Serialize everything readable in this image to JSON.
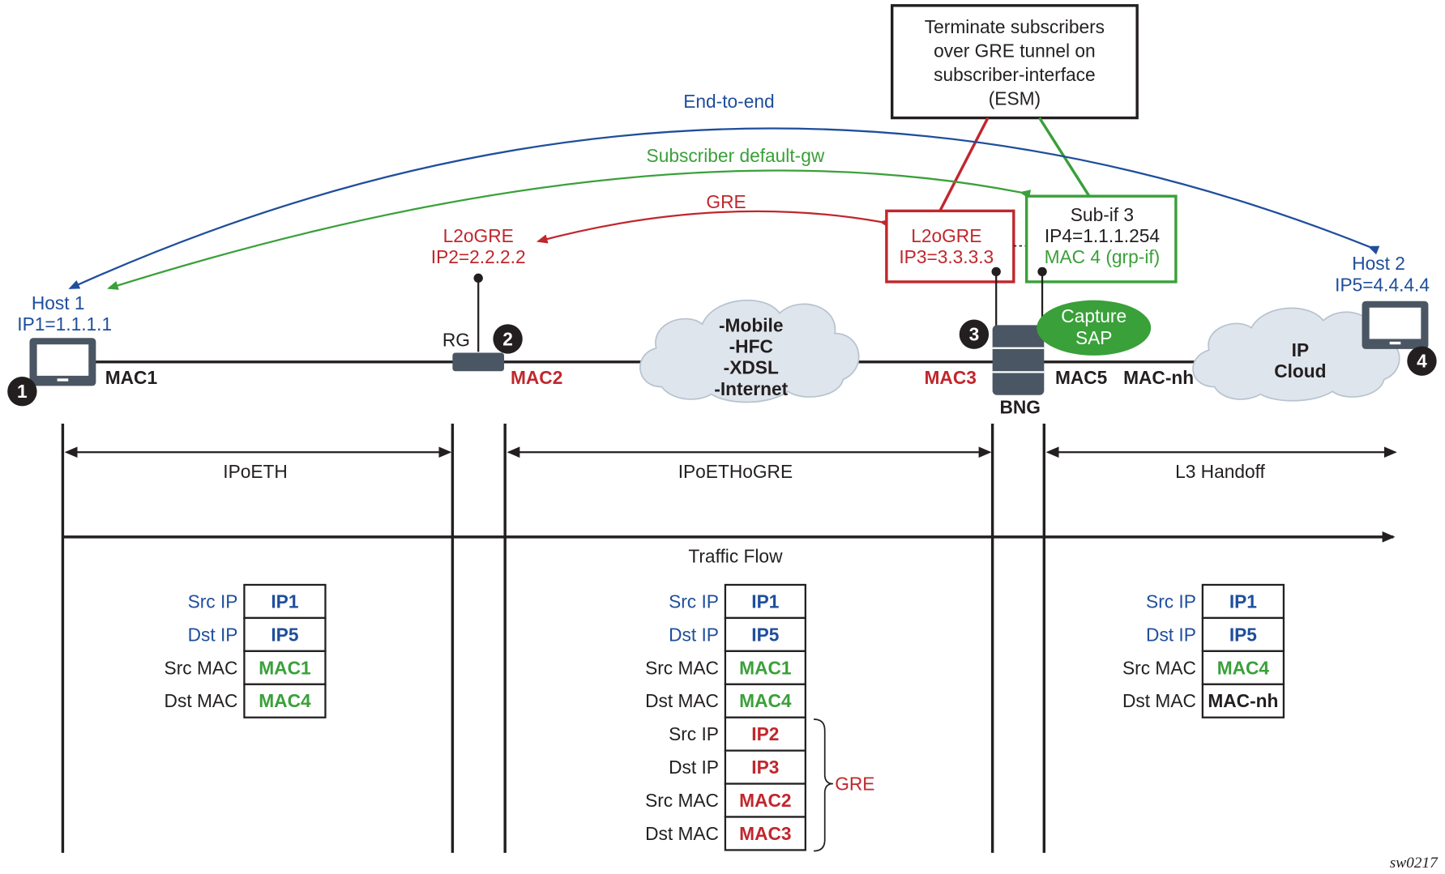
{
  "colors": {
    "blue": "#1f4e9c",
    "green": "#3aa03a",
    "red": "#c0272d",
    "black": "#231f20",
    "device": "#4a5663",
    "cloud": "#dfe5ec",
    "capture_sap": "#3aa03a"
  },
  "callout": {
    "lines": [
      "Terminate subscribers",
      "over GRE tunnel on",
      "subscriber-interface",
      "(ESM)"
    ]
  },
  "arcs": {
    "end_to_end": "End-to-end",
    "default_gw": "Subscriber default-gw",
    "gre": "GRE"
  },
  "nodes": {
    "host1": {
      "badge": "1",
      "name": "Host 1",
      "ip": "IP1=1.1.1.1",
      "mac": "MAC1"
    },
    "rg": {
      "badge": "2",
      "name": "RG",
      "mac": "MAC2",
      "l2ogre_title": "L2oGRE",
      "l2ogre_ip": "IP2=2.2.2.2"
    },
    "cloud1": {
      "lines": [
        "-Mobile",
        "-HFC",
        "-XDSL",
        "-Internet"
      ]
    },
    "bng": {
      "badge": "3",
      "name": "BNG",
      "mac_in": "MAC3",
      "mac_out": "MAC5",
      "l2ogre_title": "L2oGRE",
      "l2ogre_ip": "IP3=3.3.3.3",
      "subif_title": "Sub-if 3",
      "subif_ip": "IP4=1.1.1.254",
      "subif_mac": "MAC 4 (grp-if)",
      "capture_sap": [
        "Capture",
        "SAP"
      ]
    },
    "cloud2": {
      "lines": [
        "IP",
        "Cloud"
      ]
    },
    "next_hop_mac": "MAC-nh",
    "host2": {
      "badge": "4",
      "name": "Host 2",
      "ip": "IP5=4.4.4.4"
    }
  },
  "segments": [
    {
      "label": "IPoETH"
    },
    {
      "label": "IPoETHoGRE"
    },
    {
      "label": "L3 Handoff"
    }
  ],
  "traffic_flow": "Traffic Flow",
  "headers": [
    {
      "rows": [
        {
          "field": "Src IP",
          "value": "IP1",
          "field_color": "blue",
          "value_color": "blue"
        },
        {
          "field": "Dst IP",
          "value": "IP5",
          "field_color": "blue",
          "value_color": "blue"
        },
        {
          "field": "Src MAC",
          "value": "MAC1",
          "field_color": "black",
          "value_color": "green"
        },
        {
          "field": "Dst MAC",
          "value": "MAC4",
          "field_color": "black",
          "value_color": "green"
        }
      ]
    },
    {
      "rows": [
        {
          "field": "Src IP",
          "value": "IP1",
          "field_color": "blue",
          "value_color": "blue"
        },
        {
          "field": "Dst IP",
          "value": "IP5",
          "field_color": "blue",
          "value_color": "blue"
        },
        {
          "field": "Src MAC",
          "value": "MAC1",
          "field_color": "black",
          "value_color": "green"
        },
        {
          "field": "Dst MAC",
          "value": "MAC4",
          "field_color": "black",
          "value_color": "green"
        },
        {
          "field": "Src IP",
          "value": "IP2",
          "field_color": "black",
          "value_color": "red"
        },
        {
          "field": "Dst IP",
          "value": "IP3",
          "field_color": "black",
          "value_color": "red"
        },
        {
          "field": "Src MAC",
          "value": "MAC2",
          "field_color": "black",
          "value_color": "red"
        },
        {
          "field": "Dst MAC",
          "value": "MAC3",
          "field_color": "black",
          "value_color": "red"
        }
      ],
      "brace_label": "GRE"
    },
    {
      "rows": [
        {
          "field": "Src IP",
          "value": "IP1",
          "field_color": "blue",
          "value_color": "blue"
        },
        {
          "field": "Dst IP",
          "value": "IP5",
          "field_color": "blue",
          "value_color": "blue"
        },
        {
          "field": "Src MAC",
          "value": "MAC4",
          "field_color": "black",
          "value_color": "green"
        },
        {
          "field": "Dst MAC",
          "value": "MAC-nh",
          "field_color": "black",
          "value_color": "black"
        }
      ]
    }
  ],
  "figure_id": "sw0217"
}
